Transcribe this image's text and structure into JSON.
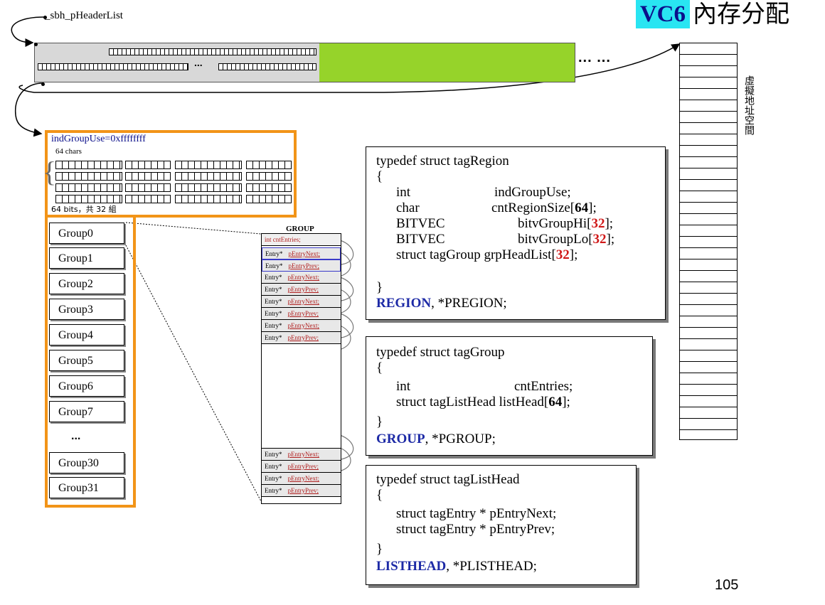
{
  "title": {
    "vc6": "VC6",
    "cn": "內存分配"
  },
  "header": {
    "pointer_label": "_sbh_pHeaderList",
    "ellipsis": "... ...",
    "row_ellipsis": "..."
  },
  "virtual_address_label": "虛擬地址空間",
  "region": {
    "field_label": "indGroupUse=0xffffffff",
    "chars_label": "64 chars",
    "bits_label": "64 bits，共 32 組"
  },
  "groups": {
    "items": [
      "Group0",
      "Group1",
      "Group2",
      "Group3",
      "Group4",
      "Group5",
      "Group6",
      "Group7"
    ],
    "ellipsis": "...",
    "tail": [
      "Group30",
      "Group31"
    ]
  },
  "group_column": {
    "label": "GROUP",
    "first_row": "int cntEntries;",
    "entry_prefix": "Entry*",
    "next_field": "pEntryNext;",
    "prev_field": "pEntryPrev;"
  },
  "code_region": {
    "line1": "typedef struct tagRegion",
    "brace_open": "{",
    "f1_type": "int",
    "f1_name": "indGroupUse;",
    "f2_type": "char",
    "f2_name": "cntRegionSize[",
    "f2_num": "64",
    "f2_end": "];",
    "f3_type": "BITVEC",
    "f3_name": "bitvGroupHi[",
    "f3_num": "32",
    "f3_end": "];",
    "f4_type": "BITVEC",
    "f4_name": "bitvGroupLo[",
    "f4_num": "32",
    "f4_end": "];",
    "f5": "struct tagGroup  grpHeadList[",
    "f5_num": "32",
    "f5_end": "];",
    "brace_close": "}",
    "name": "REGION",
    "rest": ", *PREGION;"
  },
  "code_group": {
    "line1": "typedef struct tagGroup",
    "brace_open": "{",
    "f1_type": "int",
    "f1_name": "cntEntries;",
    "f2": "struct tagListHead  listHead[",
    "f2_num": "64",
    "f2_end": "];",
    "brace_close": "}",
    "name": "GROUP",
    "rest": ", *PGROUP;"
  },
  "code_listhead": {
    "line1": "typedef struct tagListHead",
    "brace_open": "{",
    "f1": "struct tagEntry *   pEntryNext;",
    "f2": "struct tagEntry *   pEntryPrev;",
    "brace_close": "}",
    "name": "LISTHEAD",
    "rest": ", *PLISTHEAD;"
  },
  "page_number": "105",
  "colors": {
    "accent_orange": "#f29418",
    "green_block": "#96d32a",
    "title_bg": "#29e5f2",
    "keyword_blue": "#1d2aa6",
    "number_red": "#d01818"
  }
}
